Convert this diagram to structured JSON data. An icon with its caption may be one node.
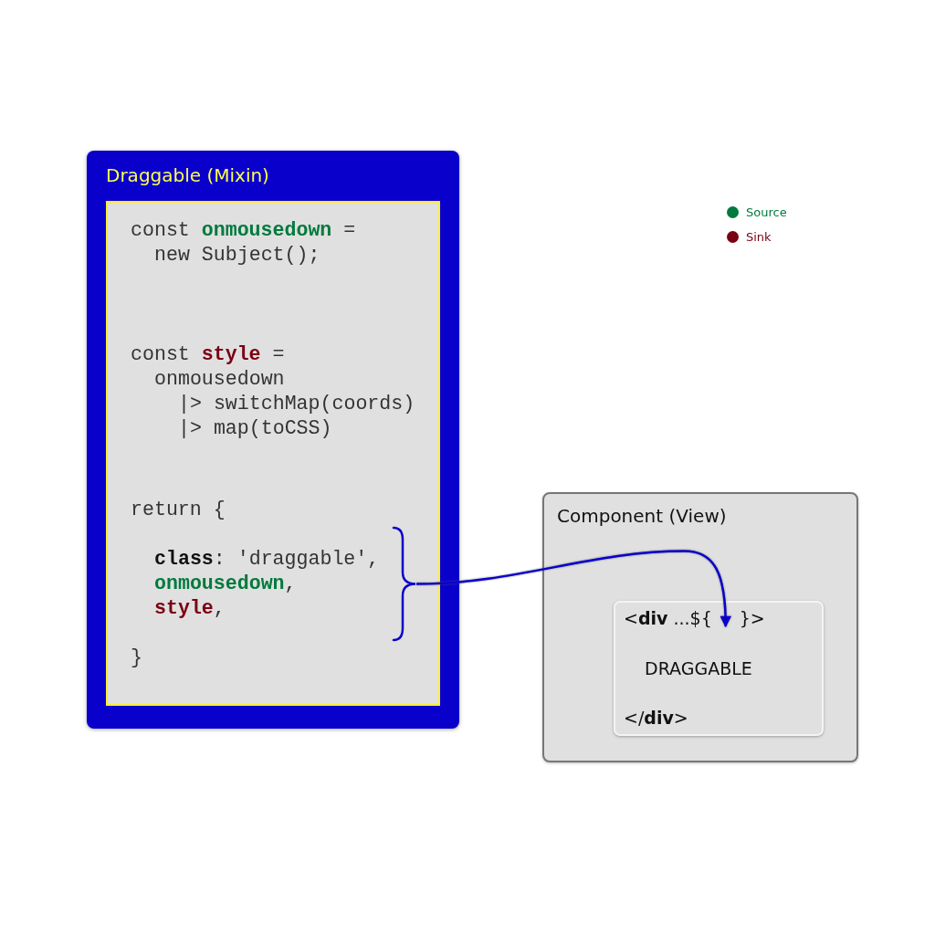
{
  "diagram": {
    "nodes": [
      {
        "text": [
          "Draggable (Mixin)"
        ]
      },
      {
        "text": [
          "const **onmousedown** =",
          "new Subject();",
          "const **style** =",
          "onmousedown",
          "|> switchMap(coords)",
          "|> map(toCSS)",
          "return {",
          "**class**: 'draggable',",
          "**onmousedown**,",
          "**style**,",
          "}"
        ],
        "in": 0
      },
      {
        "text": [],
        "shape": "bracket",
        "in": 1
      },
      {
        "text": [
          "Component (View)"
        ]
      },
      {
        "text": [
          "DRAGGABLE",
          "</**div**>"
        ],
        "in": 3
      },
      {
        "text": [
          "<**div** ...${ }>"
        ],
        "in": 4
      }
    ],
    "edges": [
      {
        "from": 2,
        "to": 5,
        "arrow": "to"
      }
    ],
    "legend": [
      {
        "text": "Source",
        "color": "#007a3d"
      },
      {
        "text": "Sink",
        "color": "#7a0012"
      }
    ]
  }
}
